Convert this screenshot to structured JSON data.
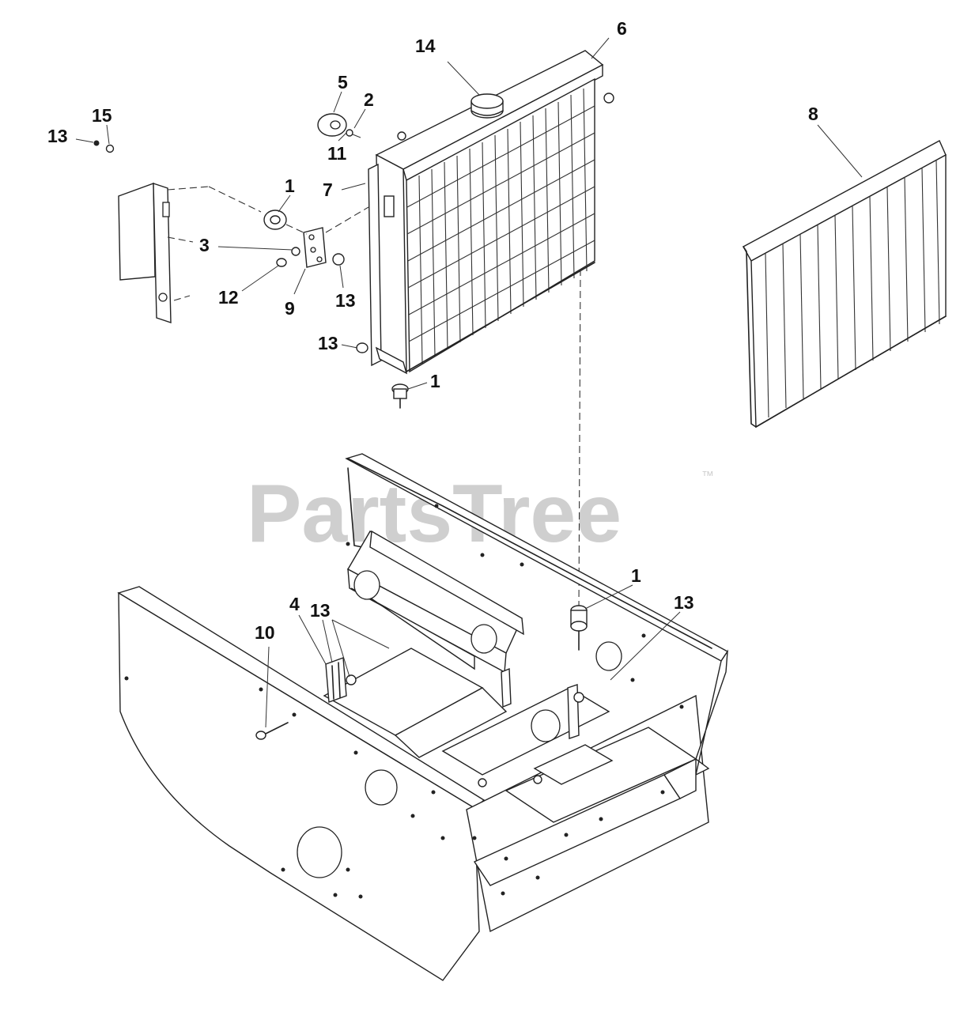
{
  "watermark": {
    "text": "PartsTree",
    "trademark": "™"
  },
  "callouts": [
    {
      "id": "c14",
      "label": "14"
    },
    {
      "id": "c6",
      "label": "6"
    },
    {
      "id": "c5",
      "label": "5"
    },
    {
      "id": "c2",
      "label": "2"
    },
    {
      "id": "c11",
      "label": "11"
    },
    {
      "id": "c15",
      "label": "15"
    },
    {
      "id": "c13a",
      "label": "13"
    },
    {
      "id": "c1a",
      "label": "1"
    },
    {
      "id": "c7",
      "label": "7"
    },
    {
      "id": "c3",
      "label": "3"
    },
    {
      "id": "c12",
      "label": "12"
    },
    {
      "id": "c9",
      "label": "9"
    },
    {
      "id": "c13b",
      "label": "13"
    },
    {
      "id": "c13c",
      "label": "13"
    },
    {
      "id": "c1b",
      "label": "1"
    },
    {
      "id": "c8",
      "label": "8"
    },
    {
      "id": "c1c",
      "label": "1"
    },
    {
      "id": "c13d",
      "label": "13"
    },
    {
      "id": "c13e",
      "label": "13"
    },
    {
      "id": "c10",
      "label": "10"
    },
    {
      "id": "c4",
      "label": "4"
    }
  ]
}
